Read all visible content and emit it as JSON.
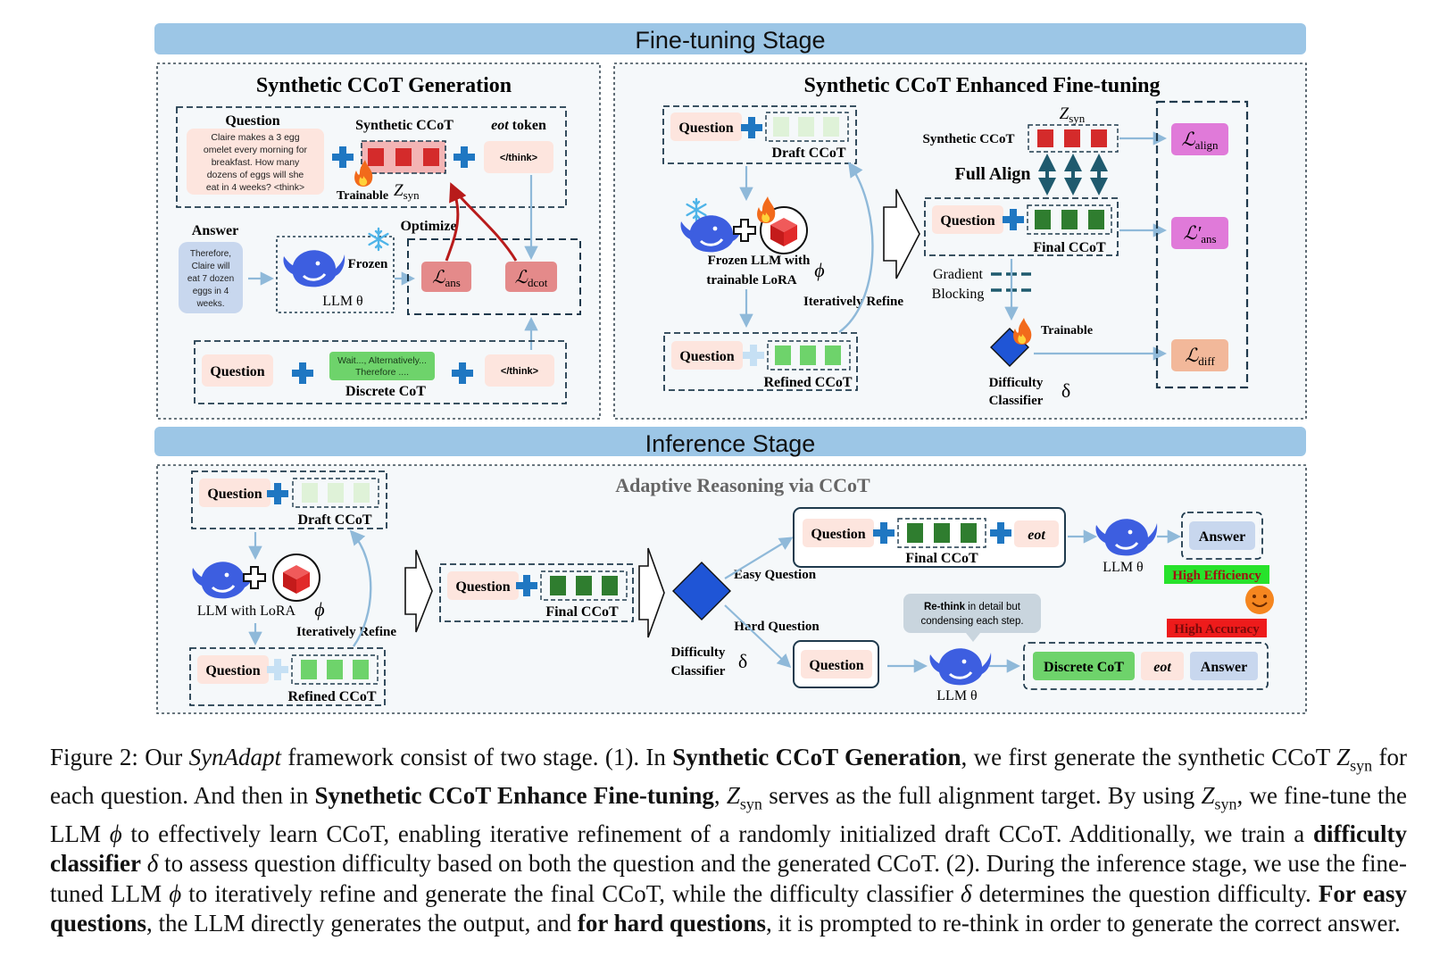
{
  "stage_banners": {
    "finetune": "Fine-tuning Stage",
    "inference": "Inference Stage"
  },
  "gen_panel": {
    "title": "Synthetic CCoT Generation",
    "question_label": "Question",
    "question_text_lines": [
      "Claire makes a 3 egg",
      "omelet every morning for",
      "breakfast.  How many",
      "dozens of eggs will she",
      "eat in 4 weeks? <think>"
    ],
    "synthetic_ccot_label": "Synthetic CCoT",
    "eot_label_em": "eot",
    "eot_label_rest": " token",
    "think_close": "</think>",
    "trainable_label": "Trainable",
    "z_label": "Z",
    "z_sub": "syn",
    "answer_label": "Answer",
    "answer_text_lines": [
      "Therefore,",
      "Claire will",
      "eat 7 dozen",
      "eggs in 4",
      "weeks."
    ],
    "frozen_label": "Frozen",
    "llm_label": "LLM θ",
    "optimize_label": "Optimize",
    "loss_ans_main": "ℒ",
    "loss_ans_sub": "ans",
    "loss_dcot_main": "ℒ",
    "loss_dcot_sub": "dcot",
    "bottom_question": "Question",
    "discrete_cot_lines": [
      "Wait..., Alternatively...",
      "Therefore ...."
    ],
    "discrete_cot_label": "Discrete CoT",
    "bottom_think_close": "</think>"
  },
  "ft_panel": {
    "title": "Synthetic CCoT Enhanced Fine-tuning",
    "question_label": "Question",
    "draft_label": "Draft CCoT",
    "frozen_llm_line1": "Frozen LLM with",
    "frozen_llm_line2": "trainable LoRA",
    "phi": "ϕ",
    "iter_refine": "Iteratively Refine",
    "refined_label": "Refined CCoT",
    "z_label": "Z",
    "z_sub": "syn",
    "synthetic_ccot_label": "Synthetic CCoT",
    "full_align": "Full Align",
    "final_label": "Final CCoT",
    "gradient_line1": "Gradient",
    "gradient_line2": "Blocking",
    "trainable_label": "Trainable",
    "diff_line1": "Difficulty",
    "diff_line2": "Classifier",
    "delta": "δ",
    "loss_align_main": "ℒ",
    "loss_align_sub": "align",
    "loss_ans2_main": "ℒ′",
    "loss_ans2_sub": "ans",
    "loss_diff_main": "ℒ",
    "loss_diff_sub": "diff"
  },
  "inf_panel": {
    "title": "Adaptive Reasoning via CCoT",
    "question_label": "Question",
    "draft_label": "Draft CCoT",
    "llm_lora": "LLM with LoRA",
    "phi": "ϕ",
    "iter_refine": "Iteratively Refine",
    "refined_label": "Refined CCoT",
    "final_label": "Final CCoT",
    "easy_q": "Easy Question",
    "hard_q": "Hard Question",
    "diff_line1": "Difficulty",
    "diff_line2": "Classifier",
    "delta": "δ",
    "eot": "eot",
    "llm_theta": "LLM θ",
    "answer": "Answer",
    "high_eff": "High Efficiency",
    "high_acc": "High Accuracy",
    "rethink_bold": "Re-think",
    "rethink_rest": " in detail but",
    "rethink_line2": "condensing each step.",
    "discrete_cot": "Discrete CoT"
  },
  "caption_parts": {
    "p01": "Figure 2: Our ",
    "p02": "SynAdapt",
    "p03": " framework consist of two stage. (1). In ",
    "p04": "Synthetic CCoT Generation",
    "p05": ", we first generate the synthetic CCoT ",
    "p06": " for each question. And then in ",
    "p07": "Synethetic CCoT Enhance Fine-tuning",
    "p08": ", ",
    "p09": " serves as the full alignment target. By using ",
    "p10": ", we fine-tune the LLM ",
    "p11": " to effectively learn CCoT, enabling iterative refinement of a randomly initialized draft CCoT. Additionally, we train a ",
    "p12": "difficulty classifier",
    "p13": " ",
    "p14": " to assess question difficulty based on both the question and the generated CCoT. (2). During the inference stage, we use the fine-tuned LLM ",
    "p15": " to iteratively refine and generate the final CCoT, while the difficulty classifier ",
    "p16": " determines the question difficulty. ",
    "p17": "For easy questions",
    "p18": ", the LLM directly generates the output, and ",
    "p19": "for hard questions",
    "p20": ", it is prompted to re-think in order to generate the correct answer.",
    "z": "Z",
    "zsub": "syn",
    "phi": "ϕ",
    "delta": "δ"
  },
  "colors": {
    "banner": "#9cc6e6",
    "panel_bg": "#f5f8fa",
    "dark_border": "#1f3a4d",
    "plus_blue": "#1f77c2",
    "red_block": "#d42b2b",
    "green_block": "#2f7d2f",
    "light_green_block": "#6ed36b",
    "pale_green_block": "#dff2d8",
    "loss_red": "#e48a8a",
    "loss_pink": "#e07ad9",
    "loss_orange": "#f2b89a",
    "question_pink": "#fde5de",
    "answer_blue": "#c8d7ee",
    "arrow": "#8fb9d9",
    "whale": "#3d5ee0"
  }
}
